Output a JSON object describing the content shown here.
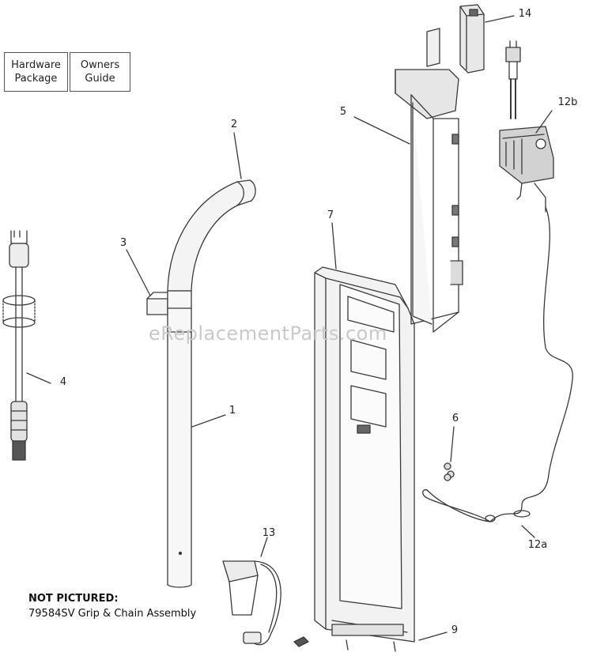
{
  "boxes": {
    "hardware": [
      "Hardware",
      "Package"
    ],
    "owners": [
      "Owners",
      "Guide"
    ]
  },
  "callouts": {
    "c1": "1",
    "c2": "2",
    "c3": "3",
    "c4": "4",
    "c5": "5",
    "c6": "6",
    "c7": "7",
    "c9": "9",
    "c12a": "12a",
    "c12b": "12b",
    "c13": "13",
    "c14": "14"
  },
  "note": {
    "header": "NOT PICTURED:",
    "line": "79584SV Grip & Chain Assembly"
  },
  "watermark": "eReplacementParts.com",
  "colors": {
    "line": "#3a3a3a",
    "fill": "#ededed",
    "dark": "#2a2a2a"
  }
}
